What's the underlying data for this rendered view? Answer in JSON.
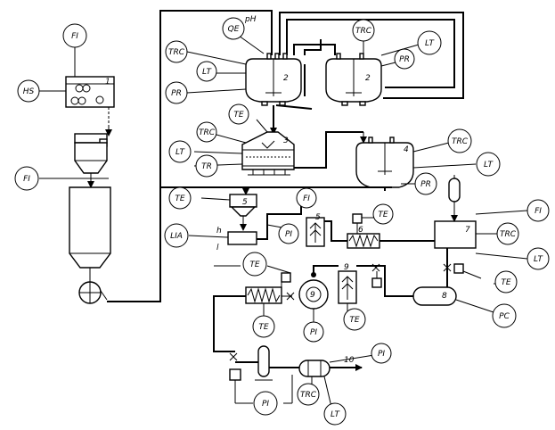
{
  "instruments": [
    {
      "id": "fi-1",
      "tag": "FI"
    },
    {
      "id": "hs-1",
      "tag": "HS"
    },
    {
      "id": "fi-2",
      "tag": "FI"
    },
    {
      "id": "qe-ph",
      "tag": "QE",
      "suffix": "pH"
    },
    {
      "id": "trc-1",
      "tag": "TRC"
    },
    {
      "id": "lt-1",
      "tag": "LT"
    },
    {
      "id": "pr-1",
      "tag": "PR"
    },
    {
      "id": "trc-2",
      "tag": "TRC"
    },
    {
      "id": "lt-2",
      "tag": "LT"
    },
    {
      "id": "pr-2",
      "tag": "PR"
    },
    {
      "id": "te-1",
      "tag": "TE"
    },
    {
      "id": "trc-3",
      "tag": "TRC"
    },
    {
      "id": "lt-3",
      "tag": "LT"
    },
    {
      "id": "tr-1",
      "tag": "TR"
    },
    {
      "id": "trc-4",
      "tag": "TRC"
    },
    {
      "id": "lt-4",
      "tag": "LT"
    },
    {
      "id": "pr-3",
      "tag": "PR"
    },
    {
      "id": "te-2",
      "tag": "TE"
    },
    {
      "id": "fi-3",
      "tag": "FI"
    },
    {
      "id": "lia-1",
      "tag": "LIA"
    },
    {
      "id": "pi-1",
      "tag": "PI"
    },
    {
      "id": "te-3",
      "tag": "TE"
    },
    {
      "id": "fi-4",
      "tag": "FI"
    },
    {
      "id": "trc-5",
      "tag": "TRC"
    },
    {
      "id": "lt-5",
      "tag": "LT"
    },
    {
      "id": "te-4",
      "tag": "TE"
    },
    {
      "id": "te-5",
      "tag": "TE"
    },
    {
      "id": "pi-2",
      "tag": "PI"
    },
    {
      "id": "te-6",
      "tag": "TE"
    },
    {
      "id": "te-7",
      "tag": "TE"
    },
    {
      "id": "pc-1",
      "tag": "PC"
    },
    {
      "id": "pi-3",
      "tag": "PI"
    },
    {
      "id": "pi-4",
      "tag": "PI"
    },
    {
      "id": "trc-6",
      "tag": "TRC"
    },
    {
      "id": "lt-6",
      "tag": "LT"
    }
  ],
  "equipment_numbers": {
    "eq1": "1",
    "eq2a": "2",
    "eq2b": "2",
    "eq3": "3",
    "eq4": "4",
    "eq5a": "5",
    "eq5b": "5",
    "eq6": "6",
    "eq7": "7",
    "eq8": "8",
    "eq9a": "9",
    "eq9b": "9",
    "eq10": "10"
  },
  "side_marks": {
    "h": "h",
    "l": "l"
  }
}
